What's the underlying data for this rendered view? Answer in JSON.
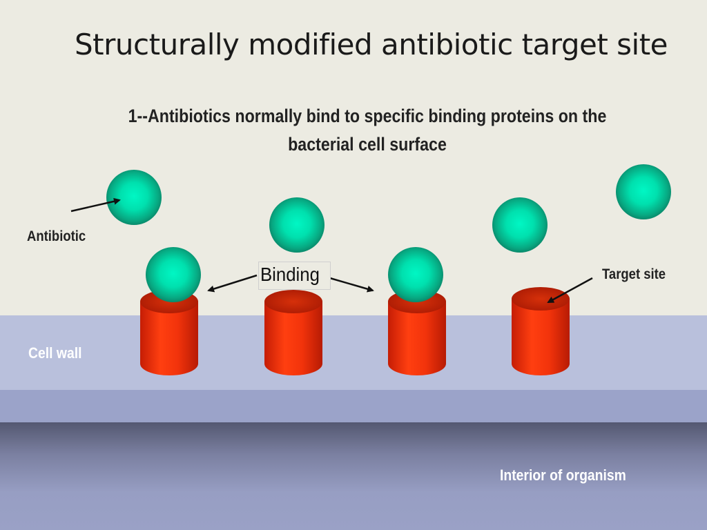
{
  "slide": {
    "title": "Structurally modified antibiotic target site",
    "subtitle_line1": "1--Antibiotics normally bind to specific binding proteins on the",
    "subtitle_line2": "bacterial cell surface"
  },
  "labels": {
    "antibiotic": "Antibiotic",
    "binding": "Binding",
    "target_site": "Target site",
    "cell_wall": "Cell wall",
    "interior": "Interior of organism"
  },
  "colors": {
    "background": "#ecebe2",
    "cell_wall": "#b9c0dc",
    "interior": "#9aa1c6",
    "antibiotic_sphere": "#00e8b4",
    "target_cylinder": "#e02a08"
  }
}
